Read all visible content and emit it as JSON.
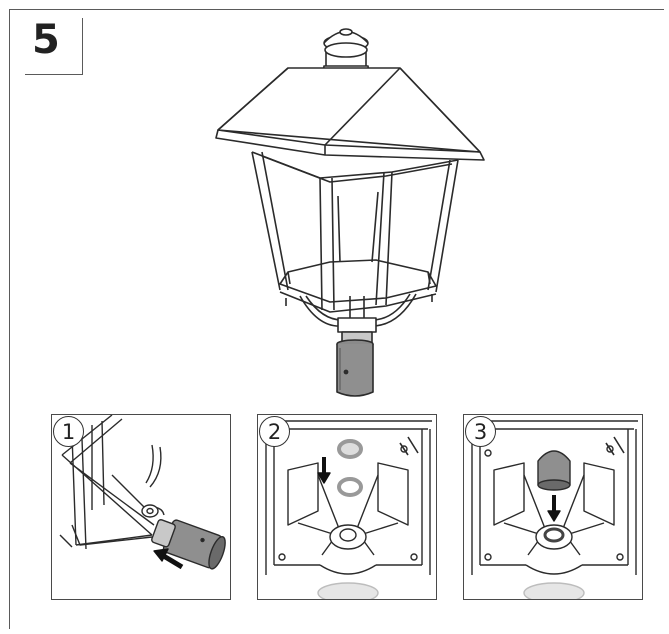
{
  "step": {
    "number": "5"
  },
  "panels": [
    {
      "label": "1"
    },
    {
      "label": "2"
    },
    {
      "label": "3"
    }
  ]
}
